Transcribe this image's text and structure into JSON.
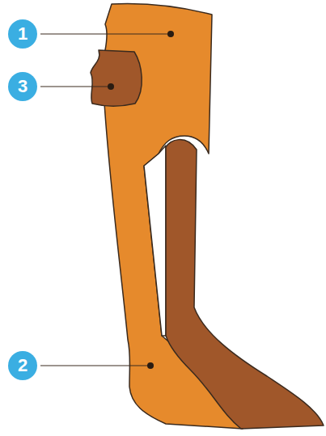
{
  "diagram": {
    "labels": [
      "1",
      "3",
      "2"
    ]
  }
}
